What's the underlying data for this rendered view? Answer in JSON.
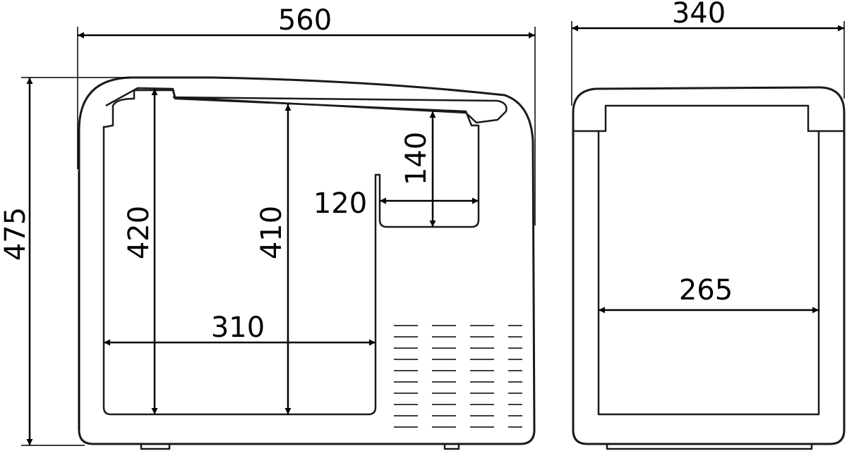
{
  "dimensions": {
    "overall_width": "560",
    "overall_height": "475",
    "overall_depth": "340",
    "compartment_height_left": "420",
    "compartment_height_mid": "410",
    "compartment_width": "310",
    "step_width": "120",
    "step_height": "140",
    "inner_depth": "265"
  },
  "colors": {
    "line": "#000000",
    "background": "#ffffff"
  }
}
